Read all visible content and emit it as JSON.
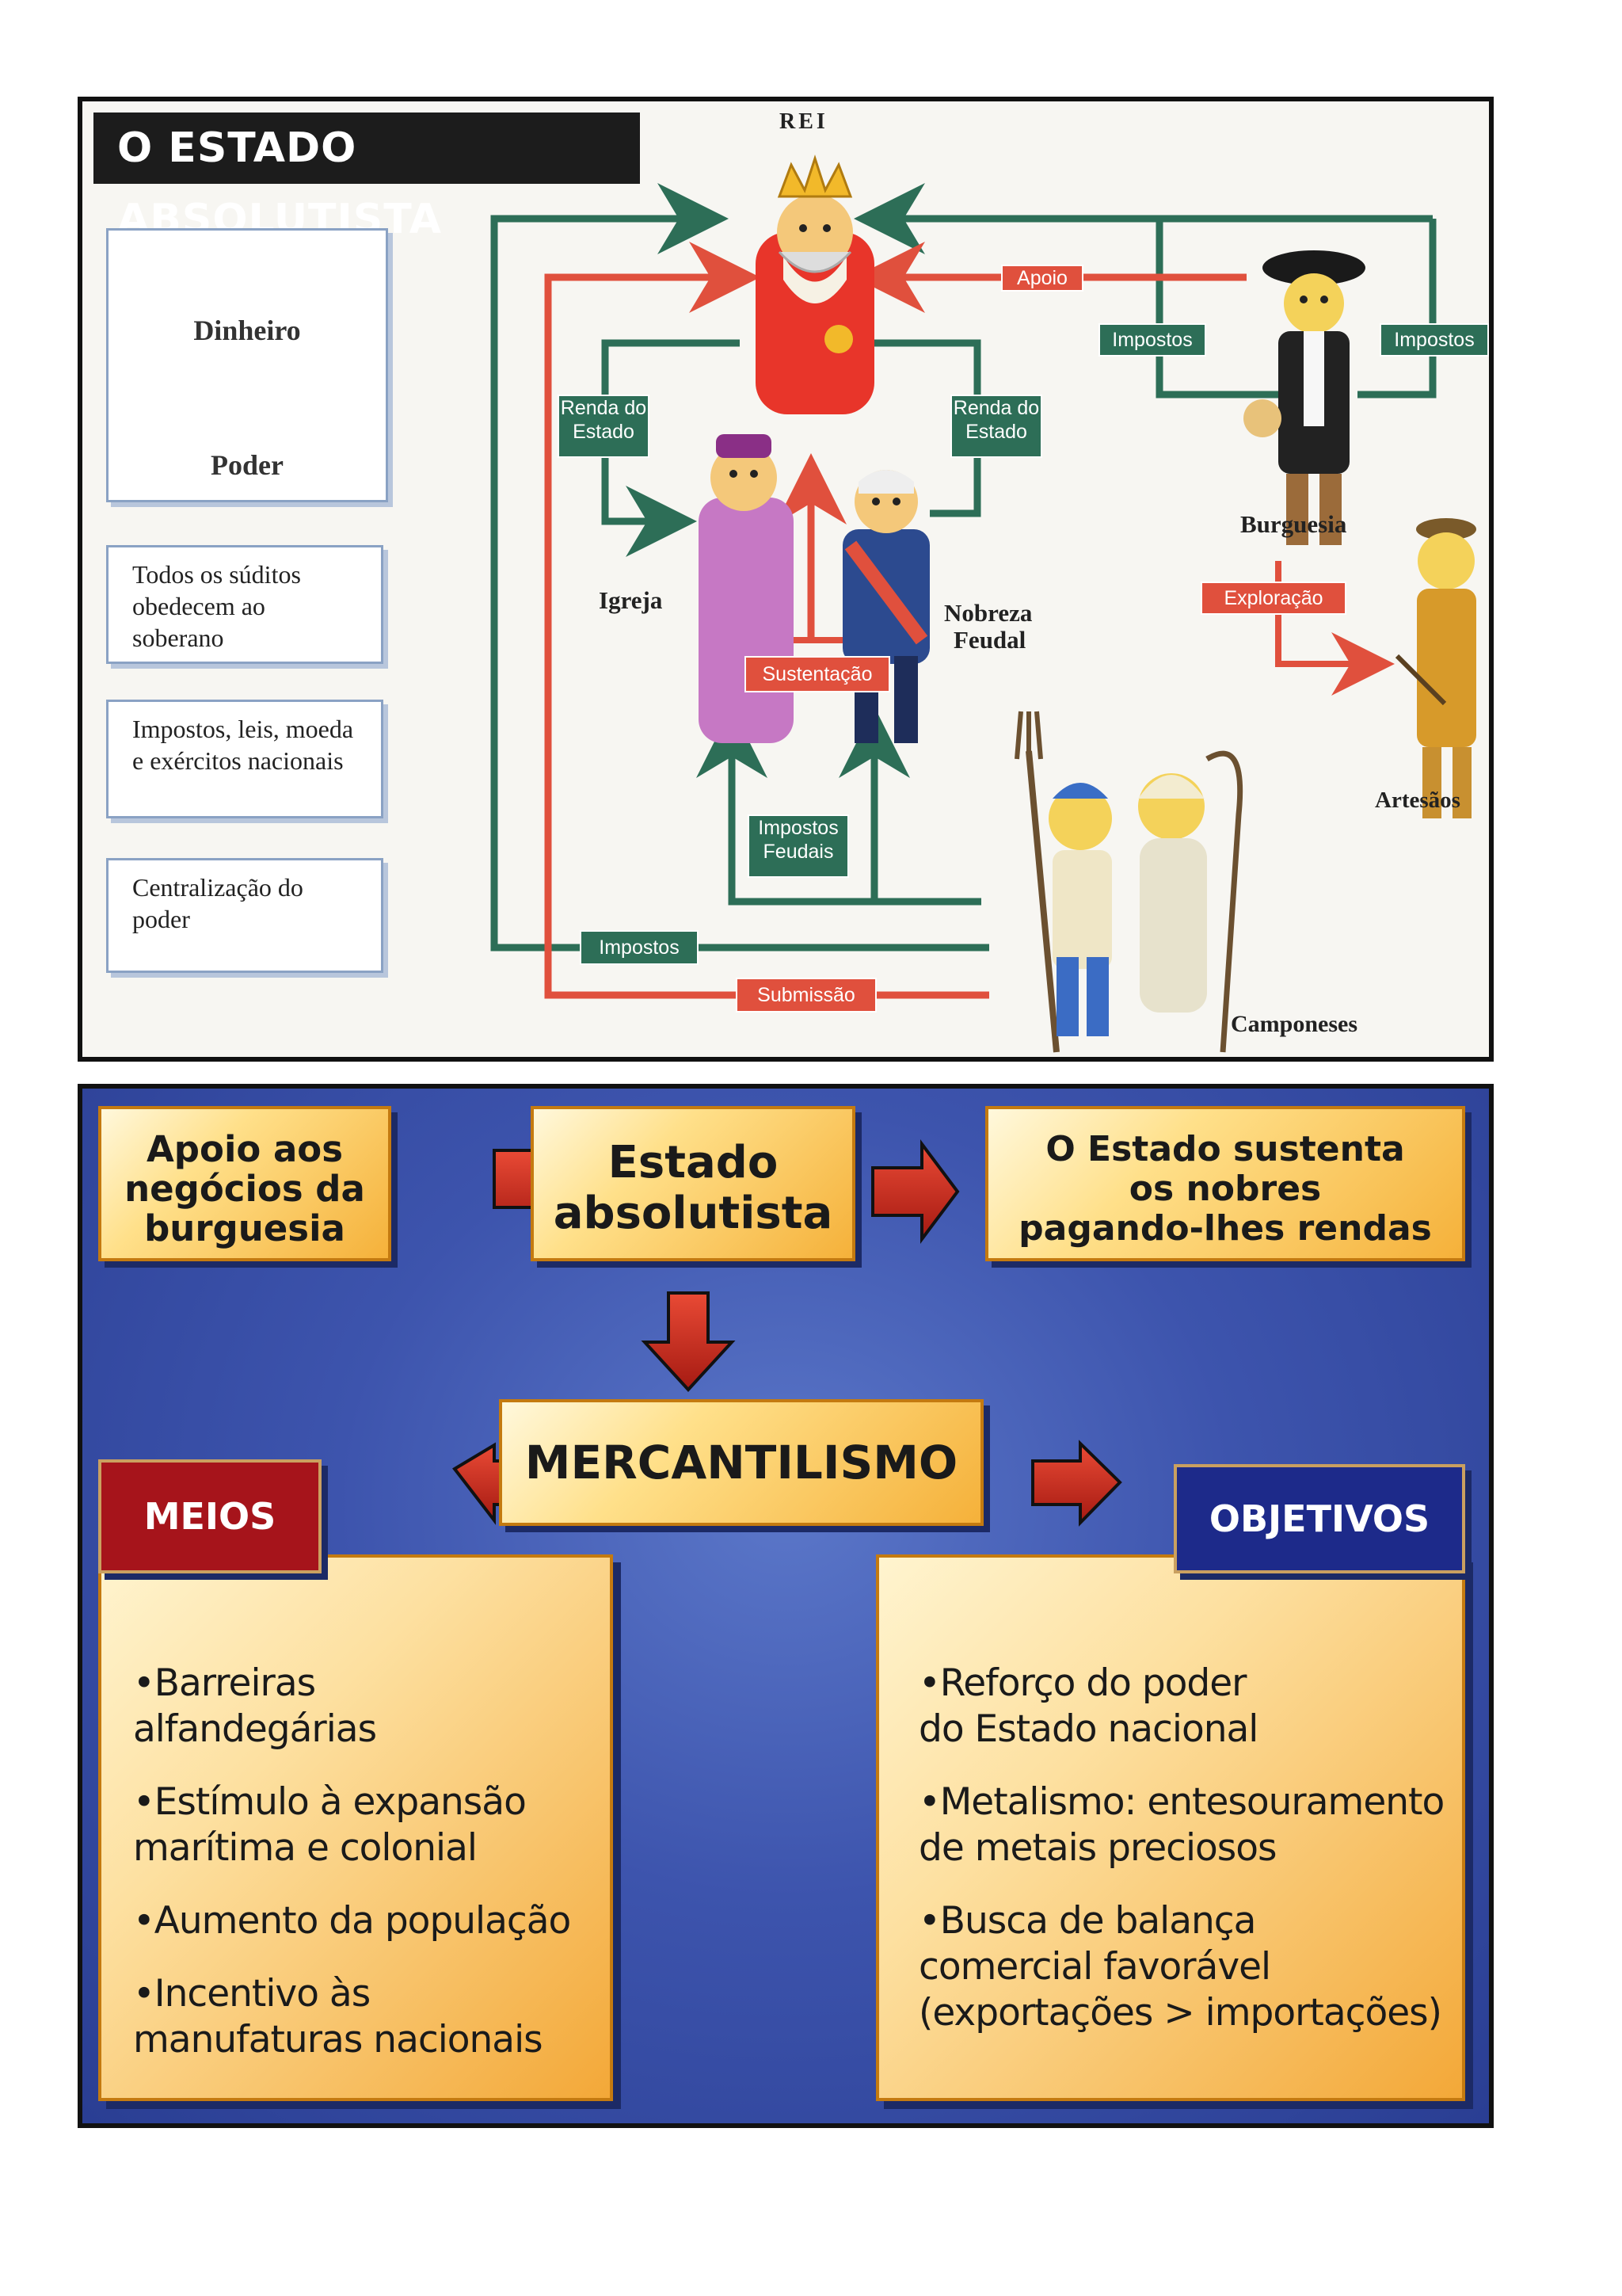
{
  "panel1": {
    "title": "O ESTADO ABSOLUTISTA",
    "legend": {
      "money_label": "Dinheiro",
      "power_label": "Poder",
      "money_color": "#2d6e57",
      "power_color": "#e0503d"
    },
    "notes": [
      "Todos os súditos obedecem ao soberano",
      "Impostos, leis, moeda e exércitos nacionais",
      "Centralização do poder"
    ],
    "captions": {
      "king": "REI",
      "church": "Igreja",
      "nobility_line1": "Nobreza",
      "nobility_line2": "Feudal",
      "bourgeoisie": "Burguesia",
      "artisans": "Artesãos",
      "peasants": "Camponeses"
    },
    "tags": {
      "apoio": "Apoio",
      "impostos_left": "Impostos",
      "impostos_right": "Impostos",
      "renda_left_1": "Renda do",
      "renda_left_2": "Estado",
      "renda_right_1": "Renda do",
      "renda_right_2": "Estado",
      "exploracao": "Exploração",
      "sustentacao": "Sustentação",
      "impostos_feudais_1": "Impostos",
      "impostos_feudais_2": "Feudais",
      "impostos_bottom": "Impostos",
      "submissao": "Submissão"
    }
  },
  "panel2": {
    "center": {
      "line1": "Estado",
      "line2": "absolutista"
    },
    "left_box": {
      "line1": "Apoio aos",
      "line2": "negócios da",
      "line3": "burguesia"
    },
    "right_box": {
      "line1": "O Estado sustenta",
      "line2": "os nobres",
      "line3": "pagando-lhes rendas"
    },
    "merc": "MERCANTILISMO",
    "meios_header": "MEIOS",
    "objetivos_header": "OBJETIVOS",
    "meios": [
      {
        "line1": "•Barreiras",
        "line2": "alfandegárias"
      },
      {
        "line1": "•Estímulo à expansão",
        "line2": "marítima e colonial"
      },
      {
        "line1": "•Aumento da população",
        "line2": ""
      },
      {
        "line1": "•Incentivo às",
        "line2": "manufaturas nacionais"
      }
    ],
    "objetivos": [
      {
        "line1": "•Reforço do poder",
        "line2": "do Estado nacional",
        "line3": ""
      },
      {
        "line1": "•Metalismo: entesouramento",
        "line2": "de metais preciosos",
        "line3": ""
      },
      {
        "line1": "•Busca de balança",
        "line2": "comercial favorável",
        "line3": "(exportações > importações)"
      }
    ],
    "colors": {
      "meios_header": "#a6141b",
      "objetivos_header": "#1d2a8a",
      "arrow": "#c8241a"
    }
  }
}
